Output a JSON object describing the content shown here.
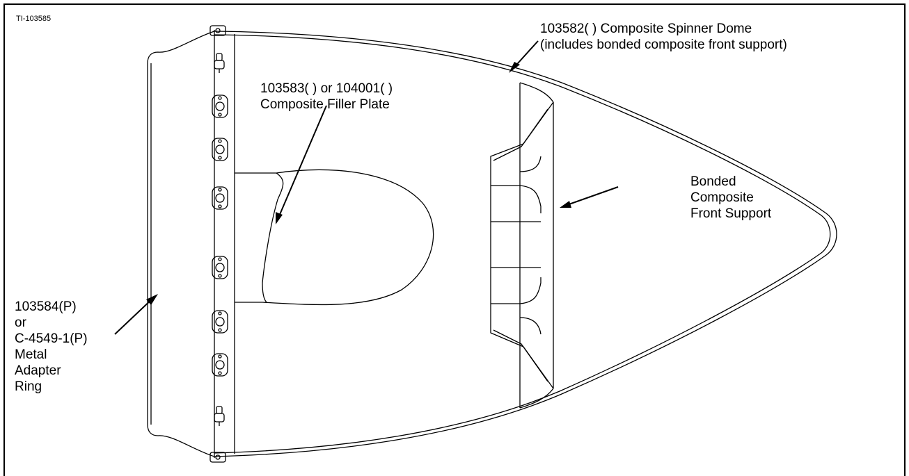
{
  "figure_id": "TI-103585",
  "callouts": {
    "dome": {
      "line1": "103582( ) Composite Spinner Dome",
      "line2": "(includes bonded composite front support)"
    },
    "filler_plate": {
      "line1": "103583( ) or 104001( )",
      "line2": "Composite Filler Plate"
    },
    "front_support": {
      "line1": "Bonded",
      "line2": "Composite",
      "line3": "Front Support"
    },
    "adapter_ring": {
      "line1": "103584(P)",
      "line2": "or",
      "line3": "C-4549-1(P)",
      "line4": "Metal",
      "line5": "Adapter",
      "line6": "Ring"
    }
  }
}
